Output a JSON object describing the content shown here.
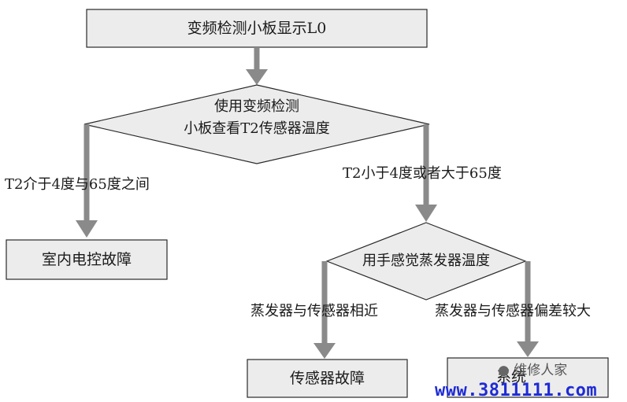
{
  "nodes": {
    "start": "变频检测小板显示L0",
    "decision1_line1": "使用变频检测",
    "decision1_line2": "小板查看T2传感器温度",
    "indoor_fault": "室内电控故障",
    "decision2": "用手感觉蒸发器温度",
    "sensor_fault": "传感器故障",
    "system_fault": "系统"
  },
  "edges": {
    "t2_between": "T2介于4度与65度之间",
    "t2_outside": "T2小于4度或者大于65度",
    "evap_close": "蒸发器与传感器相近",
    "evap_differ": "蒸发器与传感器偏差较大"
  },
  "watermark": {
    "logo_text": "维修人家",
    "url": "www.3811111.com"
  },
  "colors": {
    "box_fill": "#ececec",
    "stroke": "#2a2a2a",
    "arrow": "#8a8a8a",
    "watermark_url": "#1e2bd6"
  }
}
